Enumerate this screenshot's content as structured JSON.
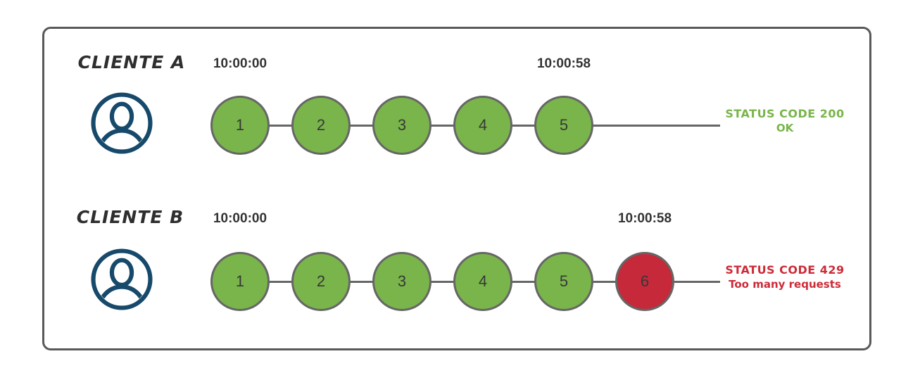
{
  "colors": {
    "green": "#79b54a",
    "red": "#c5293a",
    "green_text": "#79b54a",
    "red_text": "#cd2b38",
    "line_gray": "#666666",
    "box_border": "#595959",
    "dark_text": "#333333",
    "icon_blue": "#17496b"
  },
  "rows": [
    {
      "client": "CLIENTE A",
      "start_time": "10:00:00",
      "end_time": "10:00:58",
      "requests": [
        {
          "label": "1",
          "status": "ok"
        },
        {
          "label": "2",
          "status": "ok"
        },
        {
          "label": "3",
          "status": "ok"
        },
        {
          "label": "4",
          "status": "ok"
        },
        {
          "label": "5",
          "status": "ok"
        }
      ],
      "status_code_line": "STATUS CODE 200",
      "status_message": "OK",
      "status_color": "green"
    },
    {
      "client": "CLIENTE B",
      "start_time": "10:00:00",
      "end_time": "10:00:58",
      "requests": [
        {
          "label": "1",
          "status": "ok"
        },
        {
          "label": "2",
          "status": "ok"
        },
        {
          "label": "3",
          "status": "ok"
        },
        {
          "label": "4",
          "status": "ok"
        },
        {
          "label": "5",
          "status": "ok"
        },
        {
          "label": "6",
          "status": "rate_limited"
        }
      ],
      "status_code_line": "STATUS CODE 429",
      "status_message": "Too many requests",
      "status_color": "red"
    }
  ]
}
